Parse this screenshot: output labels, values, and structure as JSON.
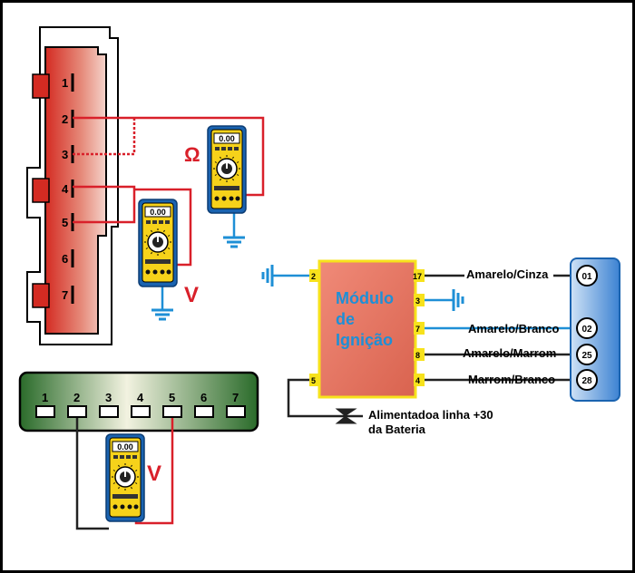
{
  "connector_top": {
    "pins": [
      "1",
      "2",
      "3",
      "4",
      "5",
      "6",
      "7"
    ]
  },
  "connector_bottom": {
    "pins": [
      "1",
      "2",
      "3",
      "4",
      "5",
      "6",
      "7"
    ]
  },
  "meters": {
    "ohm_symbol": "Ω",
    "volt_symbol_1": "V",
    "volt_symbol_2": "V",
    "display": "0.00"
  },
  "module": {
    "title_line1": "Módulo",
    "title_line2": "de",
    "title_line3": "Ignição",
    "pins": {
      "p2": "2",
      "p5": "5",
      "p17": "17",
      "p3": "3",
      "p7": "7",
      "p8": "8",
      "p4": "4"
    }
  },
  "wires": {
    "w1": "Amarelo/Cinza",
    "w2": "Amarelo/Branco",
    "w3": "Amarelo/Marrom",
    "w4": "Marrom/Branco"
  },
  "ecu_pins": [
    "01",
    "02",
    "25",
    "28"
  ],
  "supply": {
    "line1": "Alimentadoa linha +30",
    "line2": "da Bateria"
  },
  "colors": {
    "border": "#000000",
    "connector_red": "#d9362d",
    "wire_red": "#d9202a",
    "wire_blue": "#1e8fd6",
    "module_fill": "#e77e6e",
    "module_border": "#f7e21c",
    "ecu_blue": "#4f93dc",
    "meter_yellow": "#f6d21a",
    "meter_blue": "#1a63b0"
  }
}
